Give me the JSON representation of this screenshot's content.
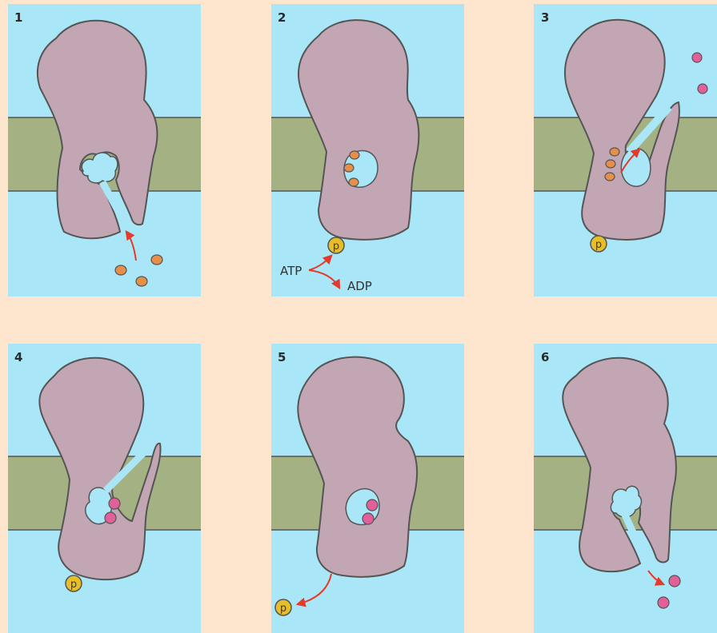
{
  "colors": {
    "background": "#fde6cd",
    "water": "#a9e6f7",
    "membrane": "#a3b183",
    "protein": "#c2a6b3",
    "outline": "#555555",
    "sodium_ion": "#e4904a",
    "potassium_ion": "#e2609a",
    "phosphate": "#e6be2a",
    "arrow": "#e53a2a"
  },
  "panels": [
    {
      "number": "1",
      "state": "open-inside",
      "ions": "sodium-approaching"
    },
    {
      "number": "2",
      "state": "occluded",
      "ions": "sodium-bound",
      "phosphate": "attached",
      "atp_label": "ATP",
      "adp_label": "ADP"
    },
    {
      "number": "3",
      "state": "open-outside",
      "ions": "sodium-released",
      "phosphate": "attached"
    },
    {
      "number": "4",
      "state": "open-outside",
      "ions": "potassium-bound",
      "phosphate": "attached"
    },
    {
      "number": "5",
      "state": "occluded",
      "ions": "potassium-bound",
      "phosphate": "released"
    },
    {
      "number": "6",
      "state": "open-inside",
      "ions": "potassium-released"
    }
  ],
  "phosphate_label": "p"
}
